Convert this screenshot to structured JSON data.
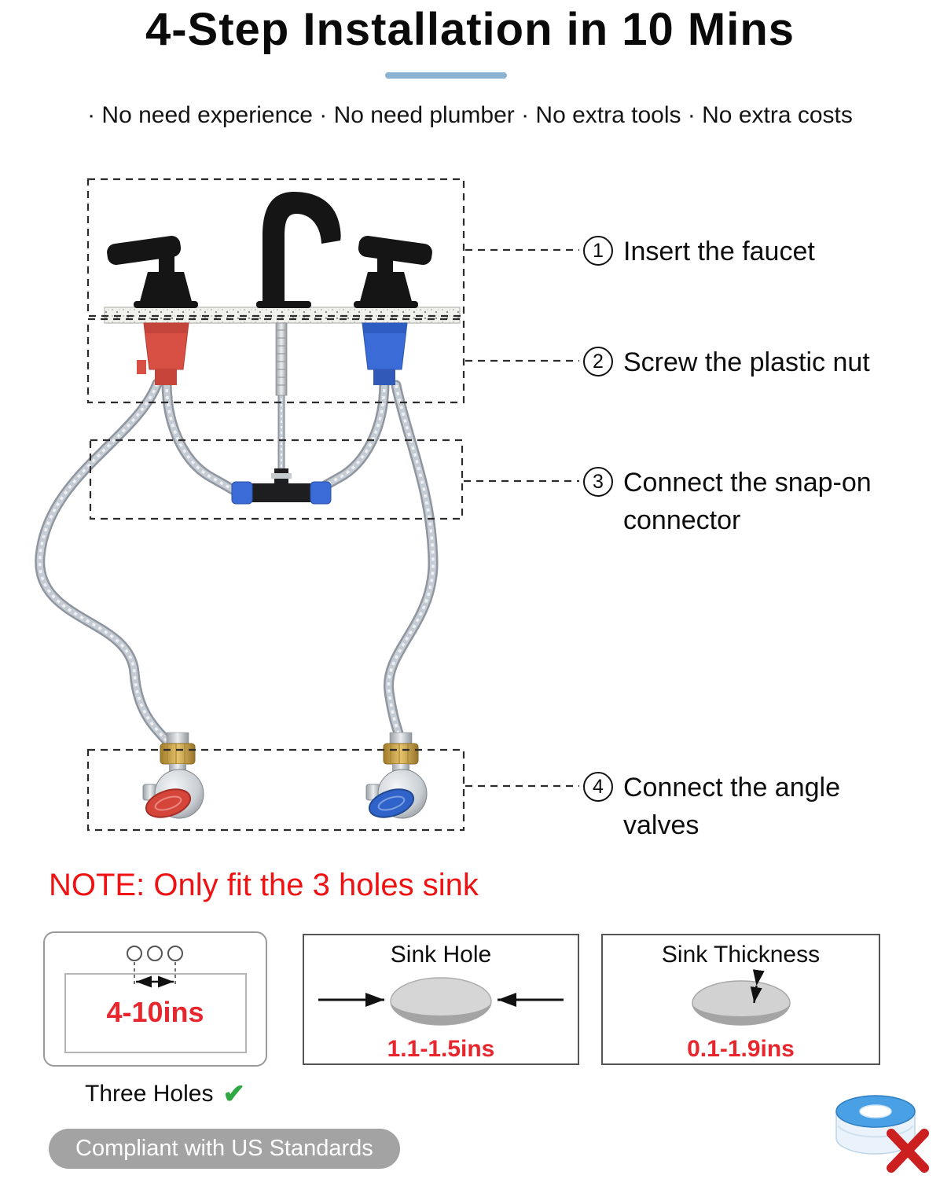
{
  "header": {
    "title": "4-Step Installation in 10 Mins",
    "subtitle": "· No need experience · No need plumber · No extra tools · No extra costs"
  },
  "steps": [
    {
      "num": "1",
      "label": "Insert the faucet"
    },
    {
      "num": "2",
      "label": "Screw the plastic nut"
    },
    {
      "num": "3",
      "label": "Connect the snap-on connector"
    },
    {
      "num": "4",
      "label": "Connect the angle valves"
    }
  ],
  "note": "NOTE: Only fit the 3 holes sink",
  "info_boxes": {
    "sink": {
      "dimension": "4-10ins",
      "caption": "Three Holes",
      "check": "✔"
    },
    "hole": {
      "title": "Sink Hole",
      "dimension": "1.1-1.5ins"
    },
    "thickness": {
      "title": "Sink Thickness",
      "dimension": "0.1-1.9ins"
    }
  },
  "badge": {
    "label": "Compliant with US Standards"
  },
  "colors": {
    "accent_bar": "#8cb4d2",
    "note_red": "#ee1212",
    "dimension_red": "#e8262d",
    "hot_red": "#d6453a",
    "cold_blue": "#3a6bd6",
    "check_green": "#2fa842",
    "badge_gray": "#a3a3a3"
  }
}
